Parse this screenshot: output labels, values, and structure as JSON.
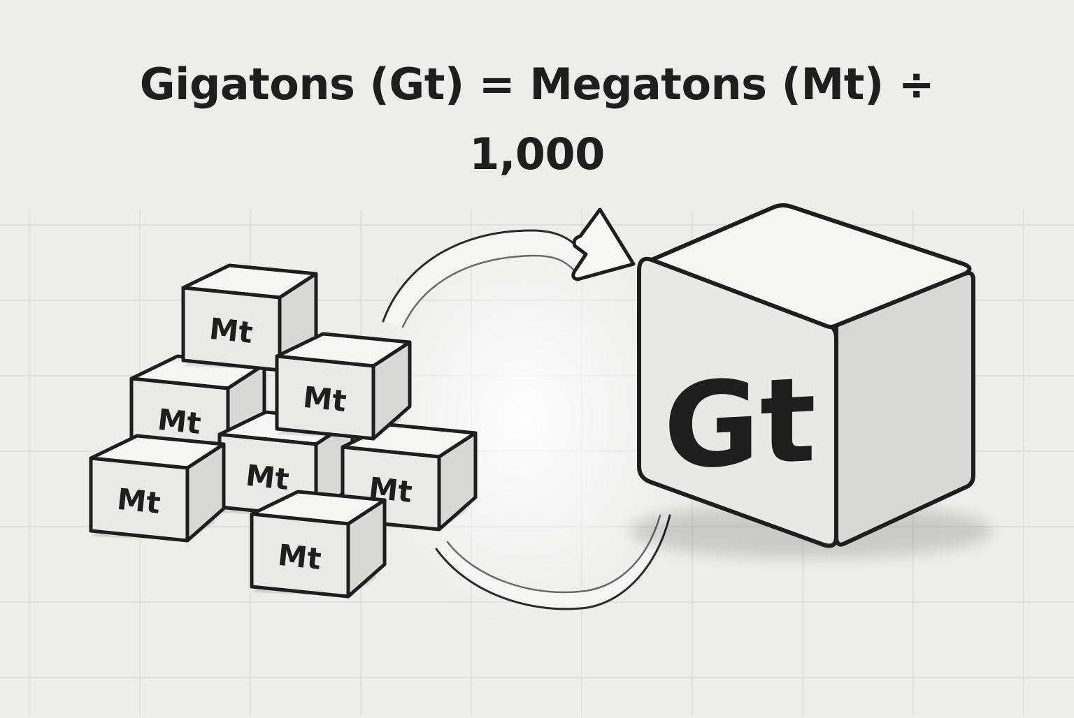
{
  "title": {
    "line1": "Gigatons (Gt) = Megatons (Mt) ÷",
    "line2": "1,000"
  },
  "small_cube_label": "Mt",
  "small_cube_count": 7,
  "big_cube_label": "Gt",
  "colors": {
    "background": "#eeede9",
    "stroke": "#1e1e1e",
    "cube_front": "#eae9e5",
    "cube_top": "#f6f6f3",
    "cube_side": "#d9d8d4",
    "grid": "#dddcd8"
  }
}
